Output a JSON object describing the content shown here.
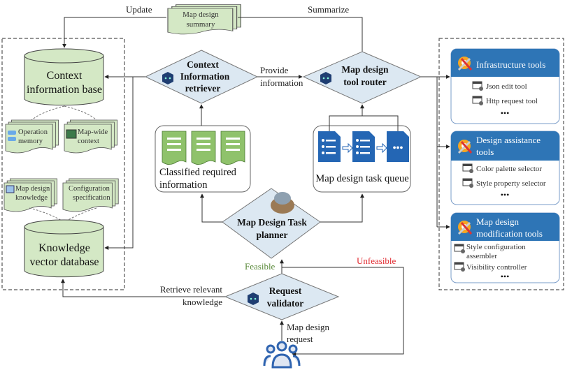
{
  "summary_doc": {
    "line1": "Map design",
    "line2": "summary"
  },
  "edges": {
    "update": "Update",
    "summarize": "Summarize",
    "provide_1": "Provide",
    "provide_2": "information",
    "feasible": "Feasible",
    "unfeasible": "Unfeasible",
    "retrieve_1": "Retrieve relevant",
    "retrieve_2": "knowledge",
    "request_1": "Map design",
    "request_2": "request"
  },
  "knowledge_store": {
    "context_base": {
      "line1": "Context",
      "line2": "information base"
    },
    "operation_memory": {
      "line1": "Operation",
      "line2": "memory"
    },
    "map_wide_context": {
      "line1": "Map-wide",
      "line2": "context"
    },
    "map_design_knowledge": {
      "line1": "Map design",
      "line2": "knowledge"
    },
    "configuration_spec": {
      "line1": "Configuration",
      "line2": "specification"
    },
    "vector_db": {
      "line1": "Knowledge",
      "line2": "vector database"
    }
  },
  "agents": {
    "retriever": {
      "line1": "Context",
      "line2": "Information",
      "line3": "retriever"
    },
    "router": {
      "line1": "Map design",
      "line2": "tool router"
    },
    "planner": {
      "line1": "Map Design Task",
      "line2": "planner"
    },
    "validator": {
      "line1": "Request",
      "line2": "validator"
    }
  },
  "classified": {
    "line1": "Classified required",
    "line2": "information"
  },
  "task_queue": {
    "label": "Map design task queue"
  },
  "tools": [
    {
      "title1": "Infrastructure tools",
      "title2": "",
      "items": [
        "Json edit tool",
        "Http request tool"
      ],
      "more": "•••"
    },
    {
      "title1": "Design assistance",
      "title2": "tools",
      "items": [
        "Color palette selector",
        "Style property selector"
      ],
      "more": "•••"
    },
    {
      "title1": "Map design",
      "title2": "modification tools",
      "items": [
        "Style configuration",
        "assembler",
        "Visibility controller"
      ],
      "more": "•••"
    }
  ],
  "colors": {
    "page_green": "#d4e8c5",
    "diamond_blue": "#dce8f2",
    "tool_header": "#2e75b6",
    "feasible": "#5a8a3a",
    "unfeasible": "#e0282e",
    "user_icon": "#2f64b0"
  }
}
